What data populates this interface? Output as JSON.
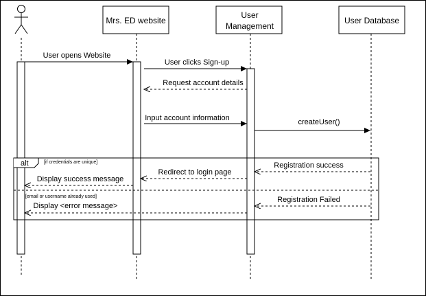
{
  "participants": {
    "actor": {
      "label": ""
    },
    "website": {
      "label": "Mrs. ED website"
    },
    "user_mgmt": {
      "line1": "User",
      "line2": "Management"
    },
    "user_db": {
      "label": "User Database"
    }
  },
  "messages": {
    "m1": "User opens Website",
    "m2": "User clicks Sign-up",
    "m3": "Request account details",
    "m4": "Input account information",
    "m5": "createUser()",
    "m6": "Registration success",
    "m7": "Redirect to login page",
    "m8": "Display success message",
    "m9": "Registration Failed",
    "m10": "Display <error message>"
  },
  "fragment": {
    "operator": "alt",
    "guard1": "[if credentials are unique]",
    "guard2": "[email or username already used]"
  }
}
